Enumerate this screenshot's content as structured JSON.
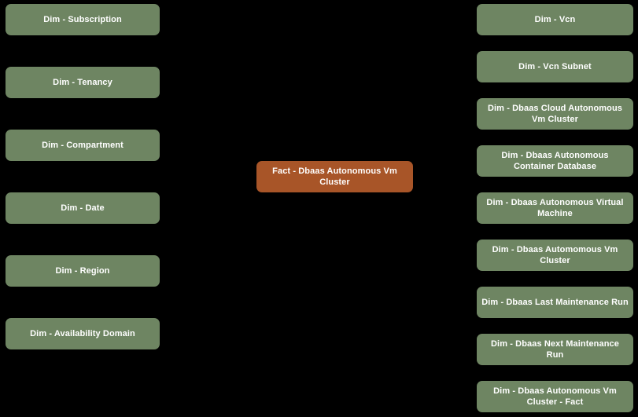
{
  "diagram": {
    "type": "star-schema",
    "background_color": "#000000",
    "dimension_color": "#6e8562",
    "fact_color": "#a85528",
    "text_color": "#ffffff",
    "left_dimensions": [
      {
        "label": "Dim - Subscription"
      },
      {
        "label": "Dim - Tenancy"
      },
      {
        "label": "Dim - Compartment"
      },
      {
        "label": "Dim - Date"
      },
      {
        "label": "Dim - Region"
      },
      {
        "label": "Dim - Availability Domain"
      }
    ],
    "fact": {
      "label": "Fact - Dbaas Autonomous Vm Cluster"
    },
    "right_dimensions": [
      {
        "label": "Dim - Vcn"
      },
      {
        "label": "Dim - Vcn Subnet"
      },
      {
        "label": "Dim - Dbaas Cloud Autonomous Vm Cluster"
      },
      {
        "label": "Dim - Dbaas Autonomous Container Database"
      },
      {
        "label": "Dim - Dbaas Autonomous Virtual Machine"
      },
      {
        "label": "Dim - Dbaas Automomous Vm Cluster"
      },
      {
        "label": "Dim - Dbaas Last Maintenance Run"
      },
      {
        "label": "Dim - Dbaas Next Maintenance Run"
      },
      {
        "label": "Dim - Dbaas Autonomous Vm Cluster - Fact"
      }
    ]
  }
}
